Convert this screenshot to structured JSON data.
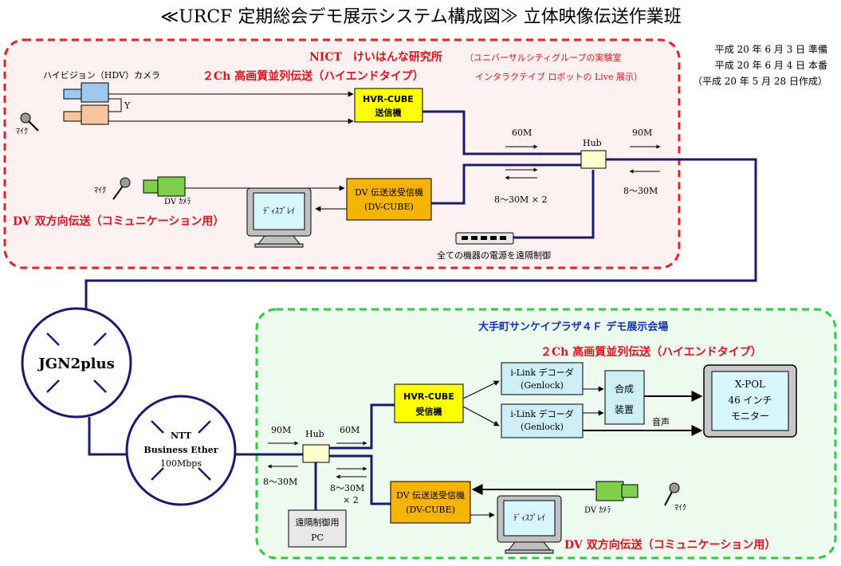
{
  "title": "≪URCF 定期総会デモ展示システム構成図≫ 立体映像伝送作業班",
  "dates": {
    "prep": "平成 20 年 6 月 3 日 準備",
    "main": "平成 20 年 6 月 4 日 本番",
    "created": "（平成 20 年 5 月 28 日作成）"
  },
  "nict": {
    "name": "NICT　けいはんな研究所",
    "note1": "（ユニバーサルシティグループの実験室",
    "note2": "インタラクテイブ ロボットの Live 展示）",
    "hd_label": "２Ch 高画質並列伝送（ハイエンドタイプ）",
    "hdv_camera": "ハイビジョン（HDV）カメラ",
    "y_label": "Y",
    "mic": "ﾏｲｸ",
    "dv_camera": "DV ｶﾒﾗ",
    "hvr_cube_line1": "HVR-CUBE",
    "hvr_cube_line2": "送信機",
    "dv_cube_line1": "DV 伝送送受信機",
    "dv_cube_line2": "(DV-CUBE)",
    "display": "ﾃﾞｨｽﾌﾟﾚｲ",
    "dv_label": "DV 双方向伝送（コミュニケーション用）",
    "hub": "Hub",
    "rate_60": "60M",
    "rate_90": "90M",
    "rate_8_30_x2": "8～30M × 2",
    "rate_8_30": "8～30M",
    "power_label": "全ての機器の電源を遠隔制御"
  },
  "network": {
    "jgn": "JGN2plus",
    "ntt_line1": "NTT",
    "ntt_line2": "Business Ether",
    "ntt_line3": "100Mbps"
  },
  "venue": {
    "name": "大手町サンケイプラザ４Ｆ デモ展示会場",
    "hd_label": "２Ch 高画質並列伝送（ハイエンドタイプ）",
    "hub": "Hub",
    "rate_90": "90M",
    "rate_60": "60M",
    "rate_8_30": "8～30M",
    "rate_8_30_x2_line1": "8～30M",
    "rate_8_30_x2_line2": "× 2",
    "hvr_cube_line1": "HVR-CUBE",
    "hvr_cube_line2": "受信機",
    "decoder_line1": "i-Link デコーダ",
    "decoder_line2": "(Genlock)",
    "synth_line1": "合成",
    "synth_line2": "装置",
    "audio": "音声",
    "monitor_line1": "X-POL",
    "monitor_line2": "46 インチ",
    "monitor_line3": "モニター",
    "dv_cube_line1": "DV 伝送送受信機",
    "dv_cube_line2": "(DV-CUBE)",
    "display": "ﾃﾞｨｽﾌﾟﾚｲ",
    "dv_camera": "DV ｶﾒﾗ",
    "mic": "ﾏｲｸ",
    "pc_line1": "遠隔制御用",
    "pc_line2": "PC",
    "dv_label": "DV 双方向伝送（コミュニケーション用）"
  },
  "colors": {
    "navy": "#1a1a6e",
    "red_dash": "#e8202a",
    "green_dash": "#2ecc40",
    "pink_fill": "#fdf1f1",
    "green_fill": "#eefaf0",
    "yellow_box": "#ffff00",
    "orange_box": "#f5b400",
    "lightblue_box": "#cdeef7",
    "red_text": "#d8131b",
    "blue_text": "#1533b5"
  }
}
